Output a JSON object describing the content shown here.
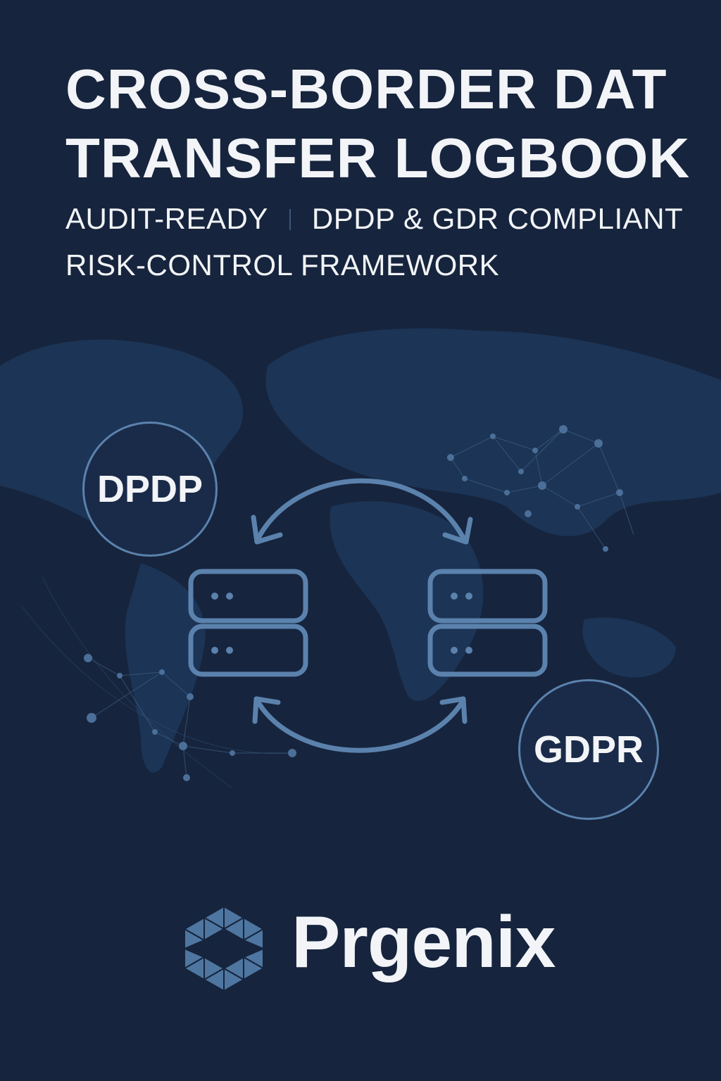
{
  "cover": {
    "title_line1": "CROSS-BORDER DAT",
    "title_line2": "TRANSFER LOGBOOK",
    "tagline_1": "AUDIT-READY",
    "tagline_2": "DPDP & GDR COMPLIANT",
    "tagline_3": "RISK-CONTROL FRAMEWORK"
  },
  "badges": {
    "left": "DPDP",
    "right": "GDPR"
  },
  "brand": {
    "name": "Prgenix"
  },
  "colors": {
    "background": "#16243d",
    "accent": "#5b82ad",
    "text": "#f2f4f7"
  }
}
